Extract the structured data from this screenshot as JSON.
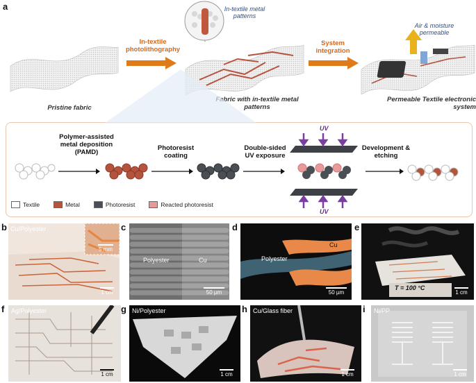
{
  "panel_a": {
    "letter": "a",
    "inset_label": "In-textile metal patterns",
    "steps_top": [
      {
        "label": "In-textile photolithography"
      },
      {
        "label": "System integration"
      }
    ],
    "air_label": "Air & moisture permeable",
    "captions": [
      "Pristine fabric",
      "Fabric with in-textile metal patterns",
      "Permeable Textile electronic system"
    ],
    "process": {
      "step1": "Polymer-assisted metal deposition (PAMD)",
      "step2": "Photoresist coating",
      "step3": "Double-sided UV exposure",
      "step4": "Development & etching",
      "uv": "UV"
    },
    "legend": [
      {
        "label": "Textile",
        "color": "#ffffff"
      },
      {
        "label": "Metal",
        "color": "#b5533c"
      },
      {
        "label": "Photoresist",
        "color": "#4a4f55"
      },
      {
        "label": "Reacted photoresist",
        "color": "#e89a9a"
      }
    ]
  },
  "panels": [
    {
      "letter": "b",
      "label": "Cu/Polyester",
      "scale": "1 cm",
      "inset_scale": "5 mm"
    },
    {
      "letter": "c",
      "label_left": "Polyester",
      "label_right": "Cu",
      "scale": "50 µm"
    },
    {
      "letter": "d",
      "label_left": "Polyester",
      "label_right": "Cu",
      "scale": "50 µm"
    },
    {
      "letter": "e",
      "label": "T = 100 °C",
      "scale": "1 cm"
    },
    {
      "letter": "f",
      "label": "Ag/Polyester",
      "scale": "1 cm"
    },
    {
      "letter": "g",
      "label": "Ni/Polyester",
      "scale": "1 cm"
    },
    {
      "letter": "h",
      "label": "Cu/Glass fiber",
      "scale": "1 cm"
    },
    {
      "letter": "i",
      "label": "Ni/PP",
      "scale": "1 cm"
    }
  ]
}
